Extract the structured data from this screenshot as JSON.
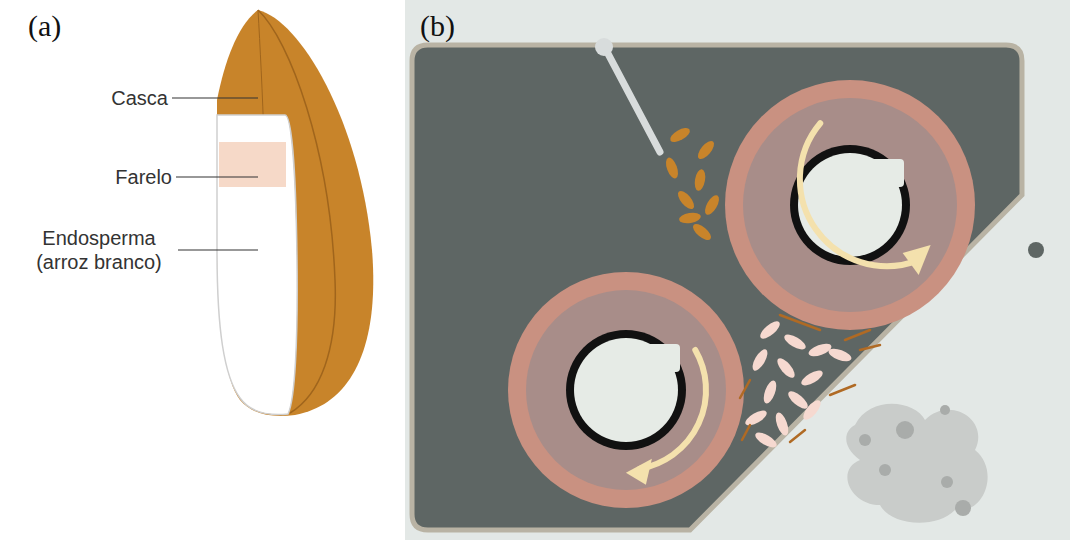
{
  "diagram": {
    "labels": [
      "(a)",
      "(b)",
      "Casca",
      "Farelo",
      "Endosperma (arroz branco)"
    ]
  }
}
